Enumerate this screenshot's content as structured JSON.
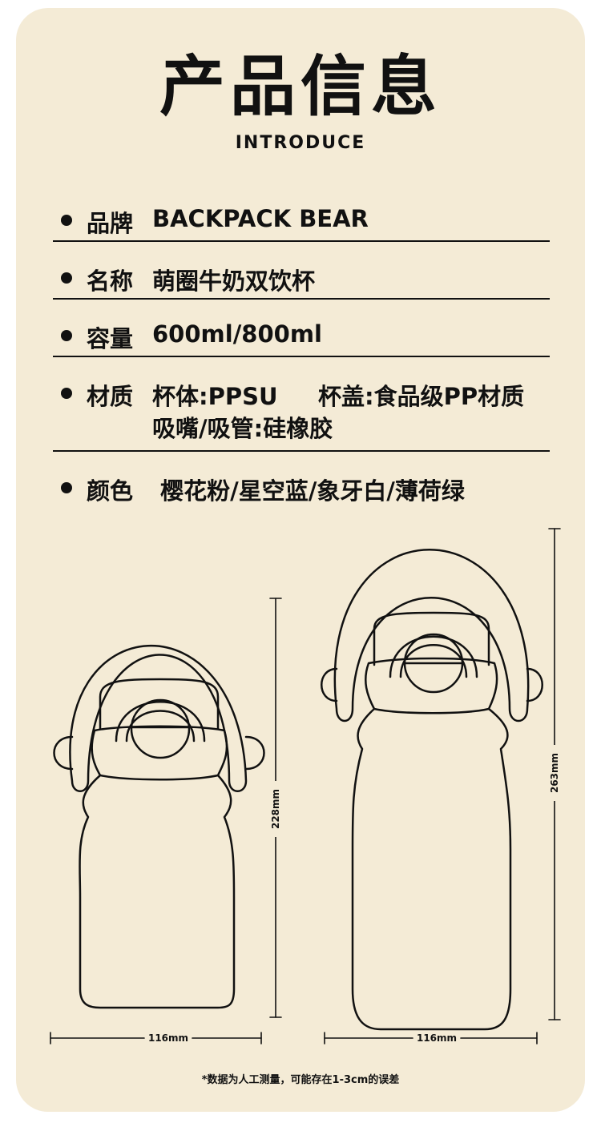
{
  "header": {
    "title": "产品信息",
    "subtitle": "INTRODUCE"
  },
  "specs": [
    {
      "label": "品牌",
      "value": "BACKPACK BEAR"
    },
    {
      "label": "名称",
      "value": "萌圈牛奶双饮杯"
    },
    {
      "label": "容量",
      "value": "600ml/800ml"
    },
    {
      "label": "材质",
      "value": "杯体:PPSU     杯盖:食品级PP材质",
      "value2": "吸嘴/吸管:硅橡胶"
    },
    {
      "label": "颜色",
      "value": " 樱花粉/星空蓝/象牙白/薄荷绿"
    }
  ],
  "dimensions": {
    "small": {
      "height": "228mm",
      "width": "116mm"
    },
    "large": {
      "height": "263mm",
      "width": "116mm"
    }
  },
  "footnote": "*数据为人工测量，可能存在1-3cm的误差",
  "colors": {
    "background": "#f4ebd6",
    "ink": "#111111"
  }
}
